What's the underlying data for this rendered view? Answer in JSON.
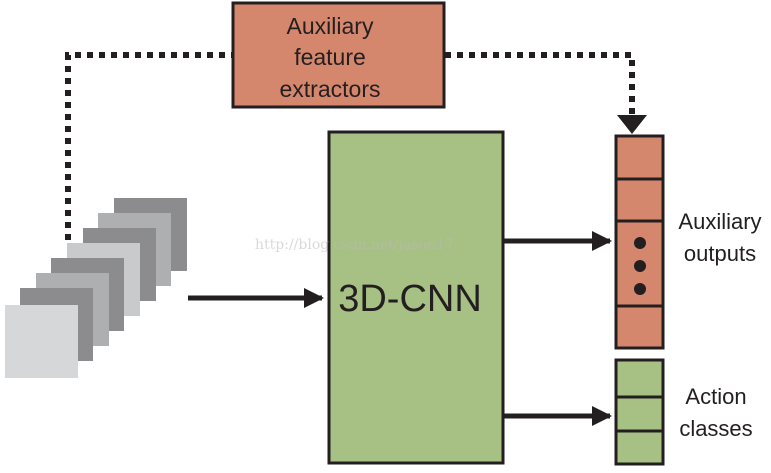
{
  "diagram": {
    "aux_extractor_lines": [
      "Auxiliary",
      "feature",
      "extractors"
    ],
    "cnn_label": "3D-CNN",
    "aux_outputs_lines": [
      "Auxiliary",
      "outputs"
    ],
    "action_classes_lines": [
      "Action",
      "classes"
    ],
    "watermark": "http://blog.csdn.net/jason17"
  },
  "colors": {
    "orange_box": "#d5876d",
    "green_box": "#a7c084",
    "stroke": "#231f20",
    "frame_shades": [
      "#8c8c8e",
      "#aeafb1",
      "#c9cacb",
      "#d6d7d8"
    ]
  }
}
